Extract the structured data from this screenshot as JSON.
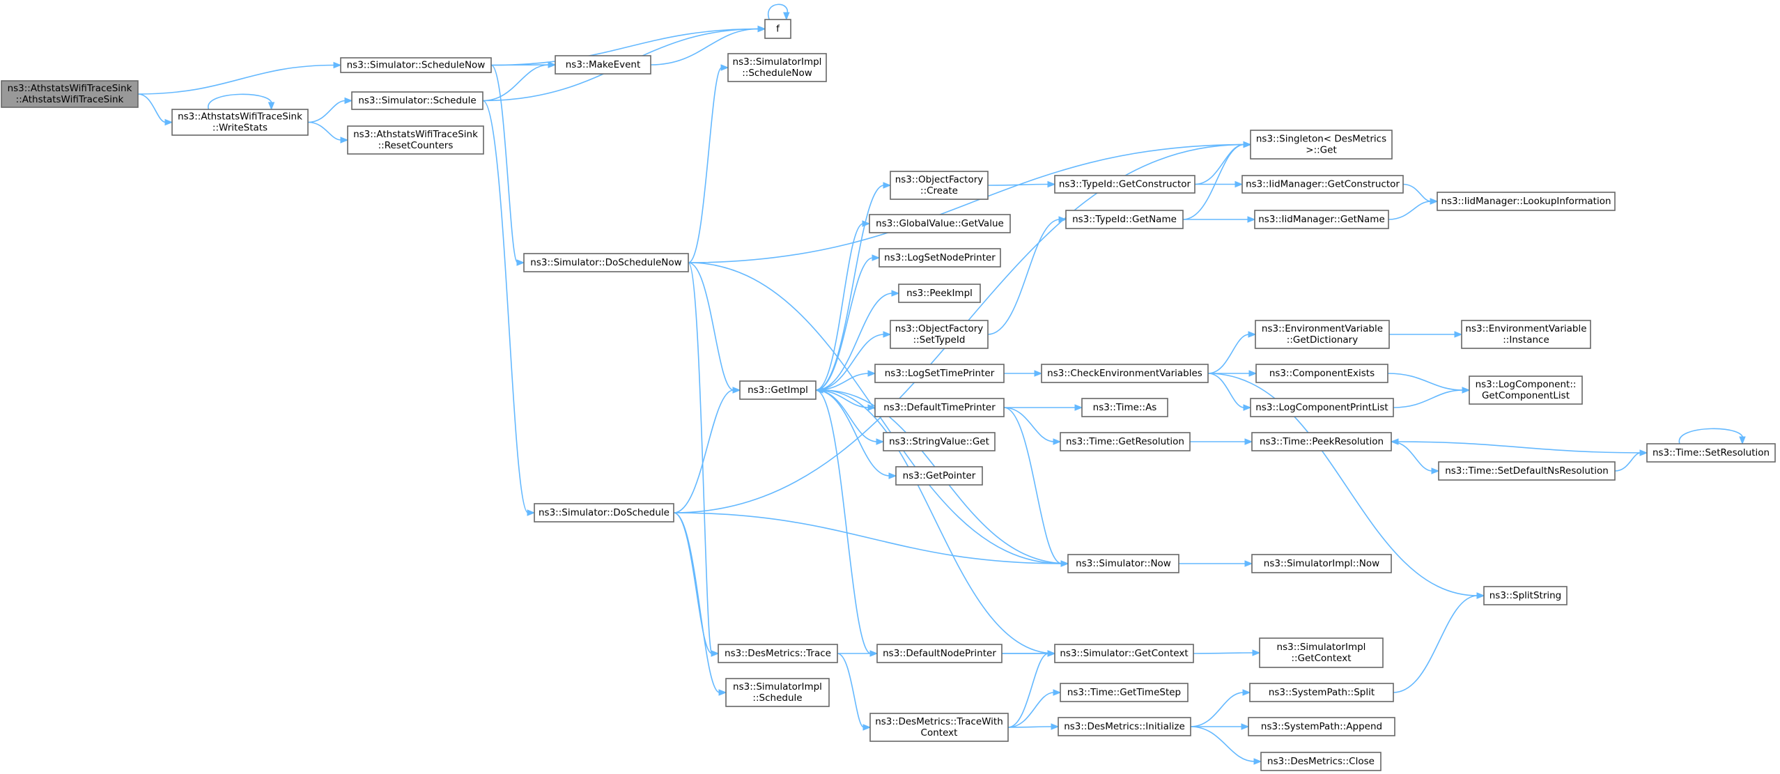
{
  "diagram": {
    "colors": {
      "edge": "#63b8ff",
      "node_border": "#666666",
      "node_fill": "#ffffff",
      "root_fill": "#999999"
    },
    "nodes": [
      {
        "id": "root",
        "lines": [
          "ns3::AthstatsWifiTraceSink",
          "::AthstatsWifiTraceSink"
        ],
        "root": true
      },
      {
        "id": "writeStats",
        "lines": [
          "ns3::AthstatsWifiTraceSink",
          "::WriteStats"
        ]
      },
      {
        "id": "scheduleNow",
        "lines": [
          "ns3::Simulator::ScheduleNow"
        ]
      },
      {
        "id": "makeEvent",
        "lines": [
          "ns3::MakeEvent"
        ]
      },
      {
        "id": "f",
        "lines": [
          "f"
        ]
      },
      {
        "id": "schedule",
        "lines": [
          "ns3::Simulator::Schedule"
        ]
      },
      {
        "id": "resetCounters",
        "lines": [
          "ns3::AthstatsWifiTraceSink",
          "::ResetCounters"
        ]
      },
      {
        "id": "implScheduleNow",
        "lines": [
          "ns3::SimulatorImpl",
          "::ScheduleNow"
        ]
      },
      {
        "id": "doScheduleNow",
        "lines": [
          "ns3::Simulator::DoScheduleNow"
        ]
      },
      {
        "id": "singletonGet",
        "lines": [
          "ns3::Singleton< DesMetrics",
          " >::Get"
        ]
      },
      {
        "id": "ofCreate",
        "lines": [
          "ns3::ObjectFactory",
          "::Create"
        ]
      },
      {
        "id": "getConstructor",
        "lines": [
          "ns3::TypeId::GetConstructor"
        ]
      },
      {
        "id": "iidGetConstructor",
        "lines": [
          "ns3::IidManager::GetConstructor"
        ]
      },
      {
        "id": "iidLookup",
        "lines": [
          "ns3::IidManager::LookupInformation"
        ]
      },
      {
        "id": "gvGetValue",
        "lines": [
          "ns3::GlobalValue::GetValue"
        ]
      },
      {
        "id": "typeGetName",
        "lines": [
          "ns3::TypeId::GetName"
        ]
      },
      {
        "id": "iidGetName",
        "lines": [
          "ns3::IidManager::GetName"
        ]
      },
      {
        "id": "logSetNodePrinter",
        "lines": [
          "ns3::LogSetNodePrinter"
        ]
      },
      {
        "id": "peekImpl",
        "lines": [
          "ns3::PeekImpl"
        ]
      },
      {
        "id": "ofSetTypeId",
        "lines": [
          "ns3::ObjectFactory",
          "::SetTypeId"
        ]
      },
      {
        "id": "envGetDict",
        "lines": [
          "ns3::EnvironmentVariable",
          "::GetDictionary"
        ]
      },
      {
        "id": "envInstance",
        "lines": [
          "ns3::EnvironmentVariable",
          "::Instance"
        ]
      },
      {
        "id": "getImpl",
        "lines": [
          "ns3::GetImpl"
        ]
      },
      {
        "id": "logSetTimePrinter",
        "lines": [
          "ns3::LogSetTimePrinter"
        ]
      },
      {
        "id": "checkEnv",
        "lines": [
          "ns3::CheckEnvironmentVariables"
        ]
      },
      {
        "id": "componentExists",
        "lines": [
          "ns3::ComponentExists"
        ]
      },
      {
        "id": "getComponentList",
        "lines": [
          "ns3::LogComponent::",
          "GetComponentList"
        ]
      },
      {
        "id": "defaultTimePrinter",
        "lines": [
          "ns3::DefaultTimePrinter"
        ]
      },
      {
        "id": "timeAs",
        "lines": [
          "ns3::Time::As"
        ]
      },
      {
        "id": "logComponentPrintList",
        "lines": [
          "ns3::LogComponentPrintList"
        ]
      },
      {
        "id": "stringValueGet",
        "lines": [
          "ns3::StringValue::Get"
        ]
      },
      {
        "id": "timeGetResolution",
        "lines": [
          "ns3::Time::GetResolution"
        ]
      },
      {
        "id": "peekResolution",
        "lines": [
          "ns3::Time::PeekResolution"
        ]
      },
      {
        "id": "setResolution",
        "lines": [
          "ns3::Time::SetResolution"
        ]
      },
      {
        "id": "setDefaultNs",
        "lines": [
          "ns3::Time::SetDefaultNsResolution"
        ]
      },
      {
        "id": "getPointer",
        "lines": [
          "ns3::GetPointer"
        ]
      },
      {
        "id": "doSchedule",
        "lines": [
          "ns3::Simulator::DoSchedule"
        ]
      },
      {
        "id": "simNow",
        "lines": [
          "ns3::Simulator::Now"
        ]
      },
      {
        "id": "implNow",
        "lines": [
          "ns3::SimulatorImpl::Now"
        ]
      },
      {
        "id": "splitString",
        "lines": [
          "ns3::SplitString"
        ]
      },
      {
        "id": "dmTrace",
        "lines": [
          "ns3::DesMetrics::Trace"
        ]
      },
      {
        "id": "defaultNodePrinter",
        "lines": [
          "ns3::DefaultNodePrinter"
        ]
      },
      {
        "id": "simGetContext",
        "lines": [
          "ns3::Simulator::GetContext"
        ]
      },
      {
        "id": "implGetContext",
        "lines": [
          "ns3::SimulatorImpl",
          "::GetContext"
        ]
      },
      {
        "id": "implSchedule",
        "lines": [
          "ns3::SimulatorImpl",
          "::Schedule"
        ]
      },
      {
        "id": "timeGetTimeStep",
        "lines": [
          "ns3::Time::GetTimeStep"
        ]
      },
      {
        "id": "spSplit",
        "lines": [
          "ns3::SystemPath::Split"
        ]
      },
      {
        "id": "dmTraceWithContext",
        "lines": [
          "ns3::DesMetrics::TraceWith",
          "Context"
        ]
      },
      {
        "id": "dmInitialize",
        "lines": [
          "ns3::DesMetrics::Initialize"
        ]
      },
      {
        "id": "spAppend",
        "lines": [
          "ns3::SystemPath::Append"
        ]
      },
      {
        "id": "dmClose",
        "lines": [
          "ns3::DesMetrics::Close"
        ]
      }
    ],
    "edges": [
      [
        "root",
        "scheduleNow"
      ],
      [
        "root",
        "writeStats"
      ],
      [
        "writeStats",
        "writeStats"
      ],
      [
        "writeStats",
        "schedule"
      ],
      [
        "writeStats",
        "resetCounters"
      ],
      [
        "scheduleNow",
        "makeEvent"
      ],
      [
        "scheduleNow",
        "f"
      ],
      [
        "scheduleNow",
        "doScheduleNow"
      ],
      [
        "makeEvent",
        "f"
      ],
      [
        "f",
        "f"
      ],
      [
        "schedule",
        "makeEvent"
      ],
      [
        "schedule",
        "f"
      ],
      [
        "schedule",
        "doSchedule"
      ],
      [
        "doScheduleNow",
        "implScheduleNow"
      ],
      [
        "doScheduleNow",
        "singletonGet"
      ],
      [
        "doScheduleNow",
        "getImpl"
      ],
      [
        "doScheduleNow",
        "simNow"
      ],
      [
        "doScheduleNow",
        "dmTrace"
      ],
      [
        "doSchedule",
        "singletonGet"
      ],
      [
        "doSchedule",
        "getImpl"
      ],
      [
        "doSchedule",
        "simNow"
      ],
      [
        "doSchedule",
        "dmTrace"
      ],
      [
        "doSchedule",
        "implSchedule"
      ],
      [
        "getImpl",
        "ofCreate"
      ],
      [
        "getImpl",
        "gvGetValue"
      ],
      [
        "getImpl",
        "logSetNodePrinter"
      ],
      [
        "getImpl",
        "peekImpl"
      ],
      [
        "getImpl",
        "ofSetTypeId"
      ],
      [
        "getImpl",
        "logSetTimePrinter"
      ],
      [
        "getImpl",
        "defaultTimePrinter"
      ],
      [
        "getImpl",
        "stringValueGet"
      ],
      [
        "getImpl",
        "getPointer"
      ],
      [
        "getImpl",
        "defaultNodePrinter"
      ],
      [
        "ofCreate",
        "getConstructor"
      ],
      [
        "getConstructor",
        "singletonGet"
      ],
      [
        "getConstructor",
        "iidGetConstructor"
      ],
      [
        "iidGetConstructor",
        "iidLookup"
      ],
      [
        "ofSetTypeId",
        "typeGetName"
      ],
      [
        "typeGetName",
        "singletonGet"
      ],
      [
        "typeGetName",
        "iidGetName"
      ],
      [
        "iidGetName",
        "iidLookup"
      ],
      [
        "logSetTimePrinter",
        "checkEnv"
      ],
      [
        "checkEnv",
        "envGetDict"
      ],
      [
        "checkEnv",
        "componentExists"
      ],
      [
        "checkEnv",
        "logComponentPrintList"
      ],
      [
        "checkEnv",
        "splitString"
      ],
      [
        "envGetDict",
        "envInstance"
      ],
      [
        "componentExists",
        "getComponentList"
      ],
      [
        "logComponentPrintList",
        "getComponentList"
      ],
      [
        "defaultTimePrinter",
        "timeAs"
      ],
      [
        "defaultTimePrinter",
        "timeGetResolution"
      ],
      [
        "defaultTimePrinter",
        "simNow"
      ],
      [
        "timeGetResolution",
        "peekResolution"
      ],
      [
        "peekResolution",
        "setDefaultNs"
      ],
      [
        "setDefaultNs",
        "setResolution"
      ],
      [
        "setResolution",
        "setResolution"
      ],
      [
        "setResolution",
        "peekResolution"
      ],
      [
        "simNow",
        "getImpl"
      ],
      [
        "simNow",
        "implNow"
      ],
      [
        "dmTrace",
        "simGetContext"
      ],
      [
        "dmTrace",
        "dmTraceWithContext"
      ],
      [
        "defaultNodePrinter",
        "simGetContext"
      ],
      [
        "simGetContext",
        "getImpl"
      ],
      [
        "simGetContext",
        "implGetContext"
      ],
      [
        "dmTraceWithContext",
        "simGetContext"
      ],
      [
        "dmTraceWithContext",
        "timeGetTimeStep"
      ],
      [
        "dmTraceWithContext",
        "dmInitialize"
      ],
      [
        "dmInitialize",
        "spSplit"
      ],
      [
        "dmInitialize",
        "spAppend"
      ],
      [
        "dmInitialize",
        "dmClose"
      ],
      [
        "spSplit",
        "splitString"
      ]
    ]
  }
}
